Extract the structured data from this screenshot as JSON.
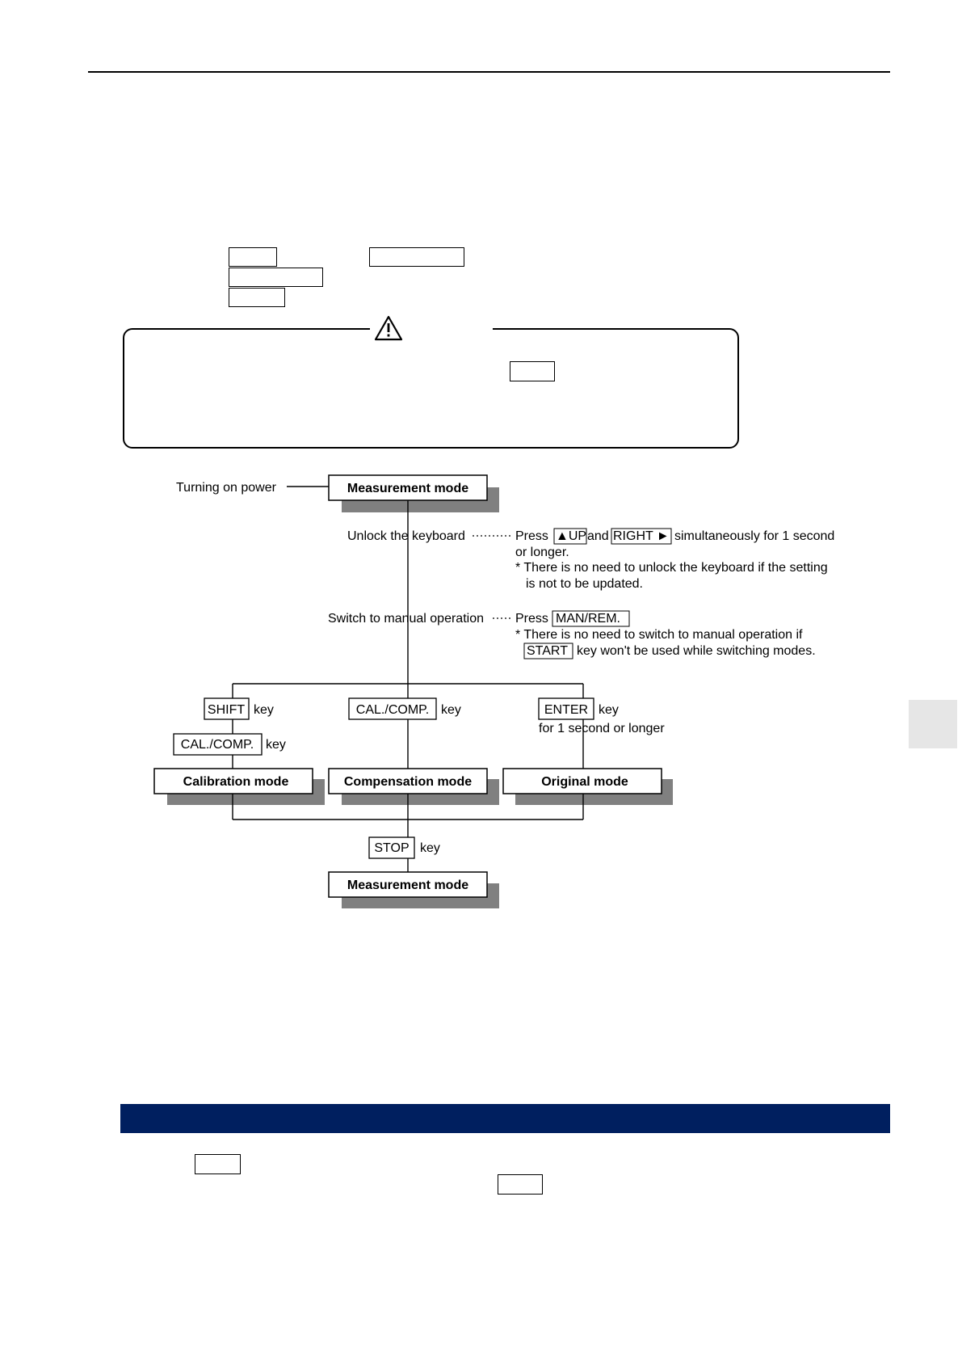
{
  "flowchart": {
    "start_label": "Turning on power",
    "measurement_mode": "Measurement mode",
    "unlock_label": "Unlock the keyboard",
    "unlock_press": "Press",
    "key_up": "▲UP",
    "and_word": "and",
    "key_right": "RIGHT ►",
    "unlock_desc": "simultaneously  for 1 second",
    "unlock_desc2": "or longer.",
    "unlock_note1": "* There is no need to unlock the keyboard if the setting",
    "unlock_note2": "is not to be updated.",
    "manual_label": "Switch to manual operation",
    "manual_press": "Press",
    "key_man_rem": "MAN/REM.",
    "manual_note1": "* There is no need to switch to manual operation if",
    "key_start": "START",
    "manual_note2": "key won't be used while switching modes.",
    "key_shift": "SHIFT",
    "key_cal_comp": "CAL./COMP.",
    "key_enter": "ENTER",
    "key_stop": "STOP",
    "key_word": "key",
    "enter_desc": "for 1 second or longer",
    "calibration_mode": "Calibration mode",
    "compensation_mode": "Compensation mode",
    "original_mode": "Original mode",
    "end_mode": "Measurement mode"
  },
  "colors": {
    "banner": "#001f5f",
    "shadow": "#808080",
    "side_tab": "#e6e6e6"
  },
  "icons": {
    "caution": "warning-triangle-icon"
  }
}
